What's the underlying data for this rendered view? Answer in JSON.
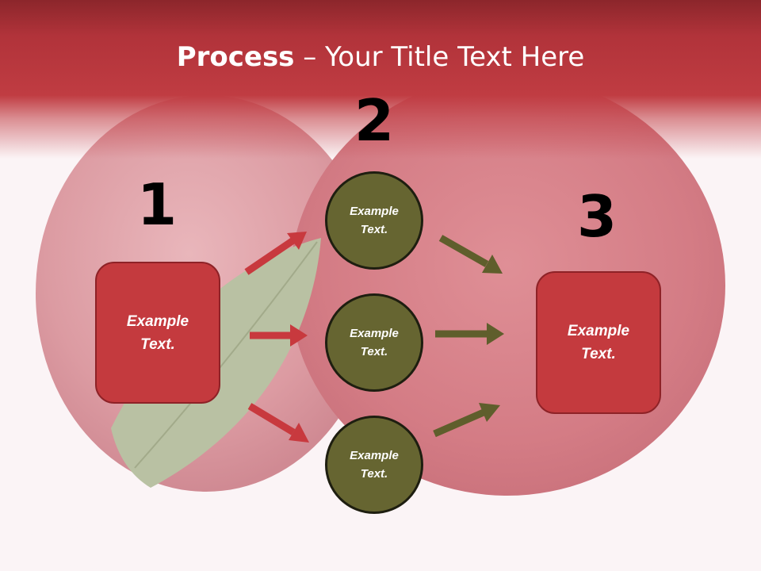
{
  "title": {
    "bold": "Process",
    "rest": " – Your Title Text Here"
  },
  "steps": {
    "one": "1",
    "two": "2",
    "three": "3"
  },
  "left_box": {
    "text": "Example\nText."
  },
  "right_box": {
    "text": "Example\nText."
  },
  "circles": [
    {
      "text": "Example\nText."
    },
    {
      "text": "Example\nText."
    },
    {
      "text": "Example\nText."
    }
  ],
  "colors": {
    "header": "#c03c42",
    "box": "#c43a3e",
    "circle": "#666531",
    "red_arrow": "#c8393e",
    "olive_arrow": "#5f5e2c"
  }
}
